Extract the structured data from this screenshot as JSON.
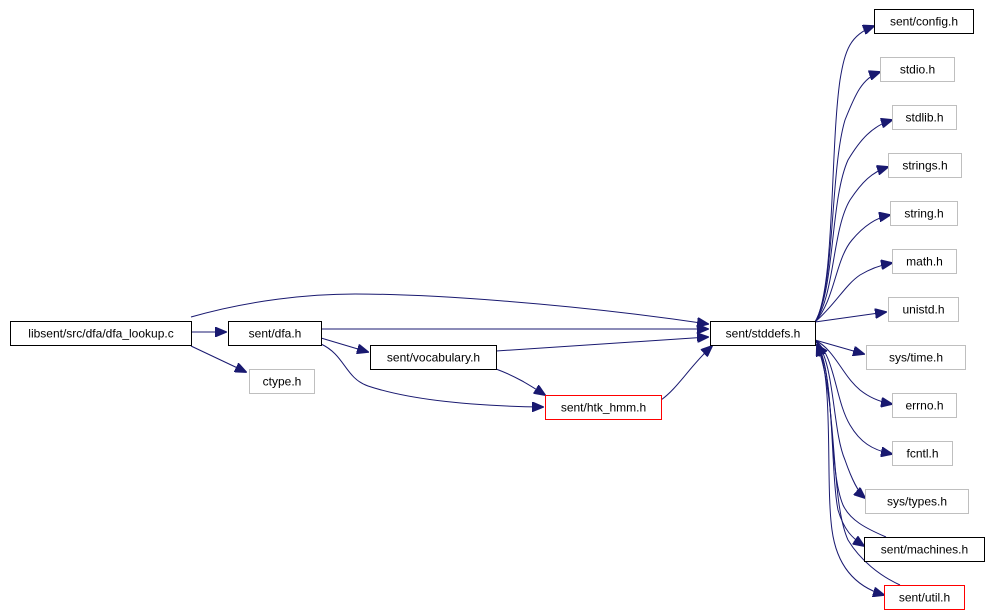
{
  "colors": {
    "edge": "#191970",
    "root_fill": "#000000",
    "root_text": "#ffffff",
    "documented_border": "#000000",
    "undocumented_border": "#bfbfbf",
    "truncated_border": "#ff0000"
  },
  "nodes": [
    {
      "id": "root",
      "label": "libsent/src/dfa/dfa_lookup.c",
      "style": "root"
    },
    {
      "id": "dfa",
      "label": "sent/dfa.h",
      "style": "documented"
    },
    {
      "id": "ctype",
      "label": "ctype.h",
      "style": "undocumented"
    },
    {
      "id": "vocab",
      "label": "sent/vocabulary.h",
      "style": "documented"
    },
    {
      "id": "htk",
      "label": "sent/htk_hmm.h",
      "style": "truncated"
    },
    {
      "id": "stddefs",
      "label": "sent/stddefs.h",
      "style": "documented"
    },
    {
      "id": "config",
      "label": "sent/config.h",
      "style": "documented"
    },
    {
      "id": "stdio",
      "label": "stdio.h",
      "style": "undocumented"
    },
    {
      "id": "stdlib",
      "label": "stdlib.h",
      "style": "undocumented"
    },
    {
      "id": "strings",
      "label": "strings.h",
      "style": "undocumented"
    },
    {
      "id": "string",
      "label": "string.h",
      "style": "undocumented"
    },
    {
      "id": "math",
      "label": "math.h",
      "style": "undocumented"
    },
    {
      "id": "unistd",
      "label": "unistd.h",
      "style": "undocumented"
    },
    {
      "id": "systime",
      "label": "sys/time.h",
      "style": "undocumented"
    },
    {
      "id": "errno",
      "label": "errno.h",
      "style": "undocumented"
    },
    {
      "id": "fcntl",
      "label": "fcntl.h",
      "style": "undocumented"
    },
    {
      "id": "systypes",
      "label": "sys/types.h",
      "style": "undocumented"
    },
    {
      "id": "machines",
      "label": "sent/machines.h",
      "style": "documented"
    },
    {
      "id": "util",
      "label": "sent/util.h",
      "style": "truncated"
    }
  ],
  "edges": [
    {
      "from": "root",
      "to": "stddefs"
    },
    {
      "from": "root",
      "to": "dfa"
    },
    {
      "from": "root",
      "to": "ctype"
    },
    {
      "from": "dfa",
      "to": "stddefs"
    },
    {
      "from": "dfa",
      "to": "vocab"
    },
    {
      "from": "dfa",
      "to": "htk"
    },
    {
      "from": "vocab",
      "to": "stddefs"
    },
    {
      "from": "vocab",
      "to": "htk"
    },
    {
      "from": "htk",
      "to": "stddefs"
    },
    {
      "from": "stddefs",
      "to": "config"
    },
    {
      "from": "stddefs",
      "to": "stdio"
    },
    {
      "from": "stddefs",
      "to": "stdlib"
    },
    {
      "from": "stddefs",
      "to": "strings"
    },
    {
      "from": "stddefs",
      "to": "string"
    },
    {
      "from": "stddefs",
      "to": "math"
    },
    {
      "from": "stddefs",
      "to": "unistd"
    },
    {
      "from": "stddefs",
      "to": "systime"
    },
    {
      "from": "stddefs",
      "to": "errno"
    },
    {
      "from": "stddefs",
      "to": "fcntl"
    },
    {
      "from": "stddefs",
      "to": "systypes"
    },
    {
      "from": "stddefs",
      "to": "machines"
    },
    {
      "from": "stddefs",
      "to": "util"
    },
    {
      "from": "machines",
      "to": "stddefs"
    },
    {
      "from": "util",
      "to": "stddefs"
    }
  ]
}
